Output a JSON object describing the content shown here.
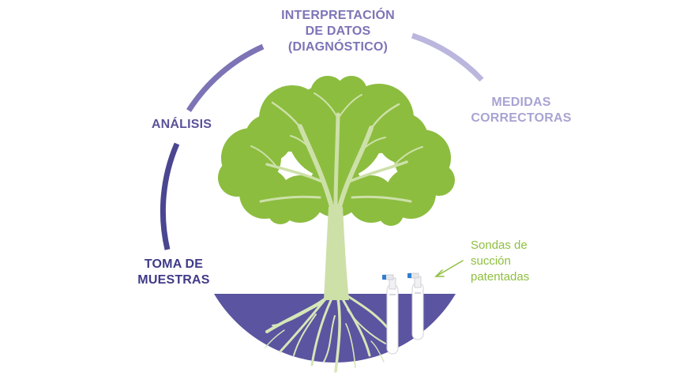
{
  "cycle_steps": {
    "interpretacion": [
      "INTERPRETACIÓN",
      "DE DATOS",
      "(DIAGNÓSTICO)"
    ],
    "medidas": [
      "MEDIDAS",
      "CORRECTORAS"
    ],
    "analisis": [
      "ANÁLISIS"
    ],
    "toma": [
      "TOMA DE",
      "MUESTRAS"
    ]
  },
  "callout": [
    "Sondas de",
    "succión",
    "patentadas"
  ],
  "colors": {
    "arc_dark": "#4a4690",
    "arc_mid": "#7d74b6",
    "arc_light": "#bbb6dd",
    "soil": "#5b54a0",
    "foliage": "#8cbd3f",
    "trunk": "#cde0a8",
    "roots": "#d6e6b8",
    "callout": "#8fbf3e"
  },
  "icons": {
    "probe": "suction-probe-icon"
  }
}
